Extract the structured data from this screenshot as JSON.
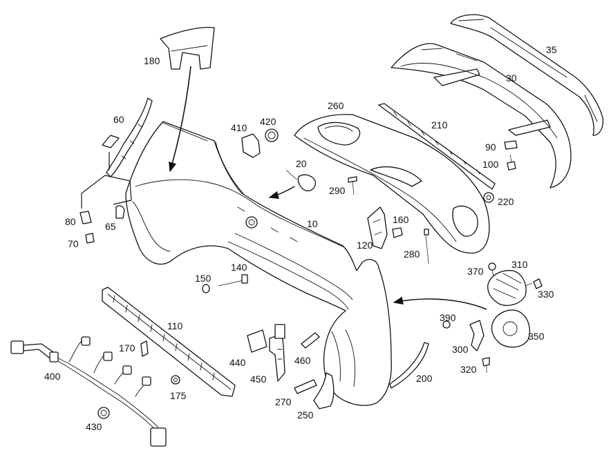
{
  "diagram": {
    "callouts": [
      {
        "id": "p10",
        "text": "10"
      },
      {
        "id": "p20",
        "text": "20"
      },
      {
        "id": "p30",
        "text": "30"
      },
      {
        "id": "p35",
        "text": "35"
      },
      {
        "id": "p60",
        "text": "60"
      },
      {
        "id": "p65",
        "text": "65"
      },
      {
        "id": "p70",
        "text": "70"
      },
      {
        "id": "p80",
        "text": "80"
      },
      {
        "id": "p90",
        "text": "90"
      },
      {
        "id": "p100",
        "text": "100"
      },
      {
        "id": "p110",
        "text": "110"
      },
      {
        "id": "p120",
        "text": "120"
      },
      {
        "id": "p140",
        "text": "140"
      },
      {
        "id": "p150",
        "text": "150"
      },
      {
        "id": "p160",
        "text": "160"
      },
      {
        "id": "p170",
        "text": "170"
      },
      {
        "id": "p175",
        "text": "175"
      },
      {
        "id": "p180",
        "text": "180"
      },
      {
        "id": "p200",
        "text": "200"
      },
      {
        "id": "p210",
        "text": "210"
      },
      {
        "id": "p220",
        "text": "220"
      },
      {
        "id": "p250",
        "text": "250"
      },
      {
        "id": "p260",
        "text": "260"
      },
      {
        "id": "p270",
        "text": "270"
      },
      {
        "id": "p280",
        "text": "280"
      },
      {
        "id": "p290",
        "text": "290"
      },
      {
        "id": "p300",
        "text": "300"
      },
      {
        "id": "p310",
        "text": "310"
      },
      {
        "id": "p320",
        "text": "320"
      },
      {
        "id": "p330",
        "text": "330"
      },
      {
        "id": "p350",
        "text": "350"
      },
      {
        "id": "p370",
        "text": "370"
      },
      {
        "id": "p390",
        "text": "390"
      },
      {
        "id": "p400",
        "text": "400"
      },
      {
        "id": "p410",
        "text": "410"
      },
      {
        "id": "p420",
        "text": "420"
      },
      {
        "id": "p430",
        "text": "430"
      },
      {
        "id": "p440",
        "text": "440"
      },
      {
        "id": "p450",
        "text": "450"
      },
      {
        "id": "p460",
        "text": "460"
      }
    ]
  }
}
